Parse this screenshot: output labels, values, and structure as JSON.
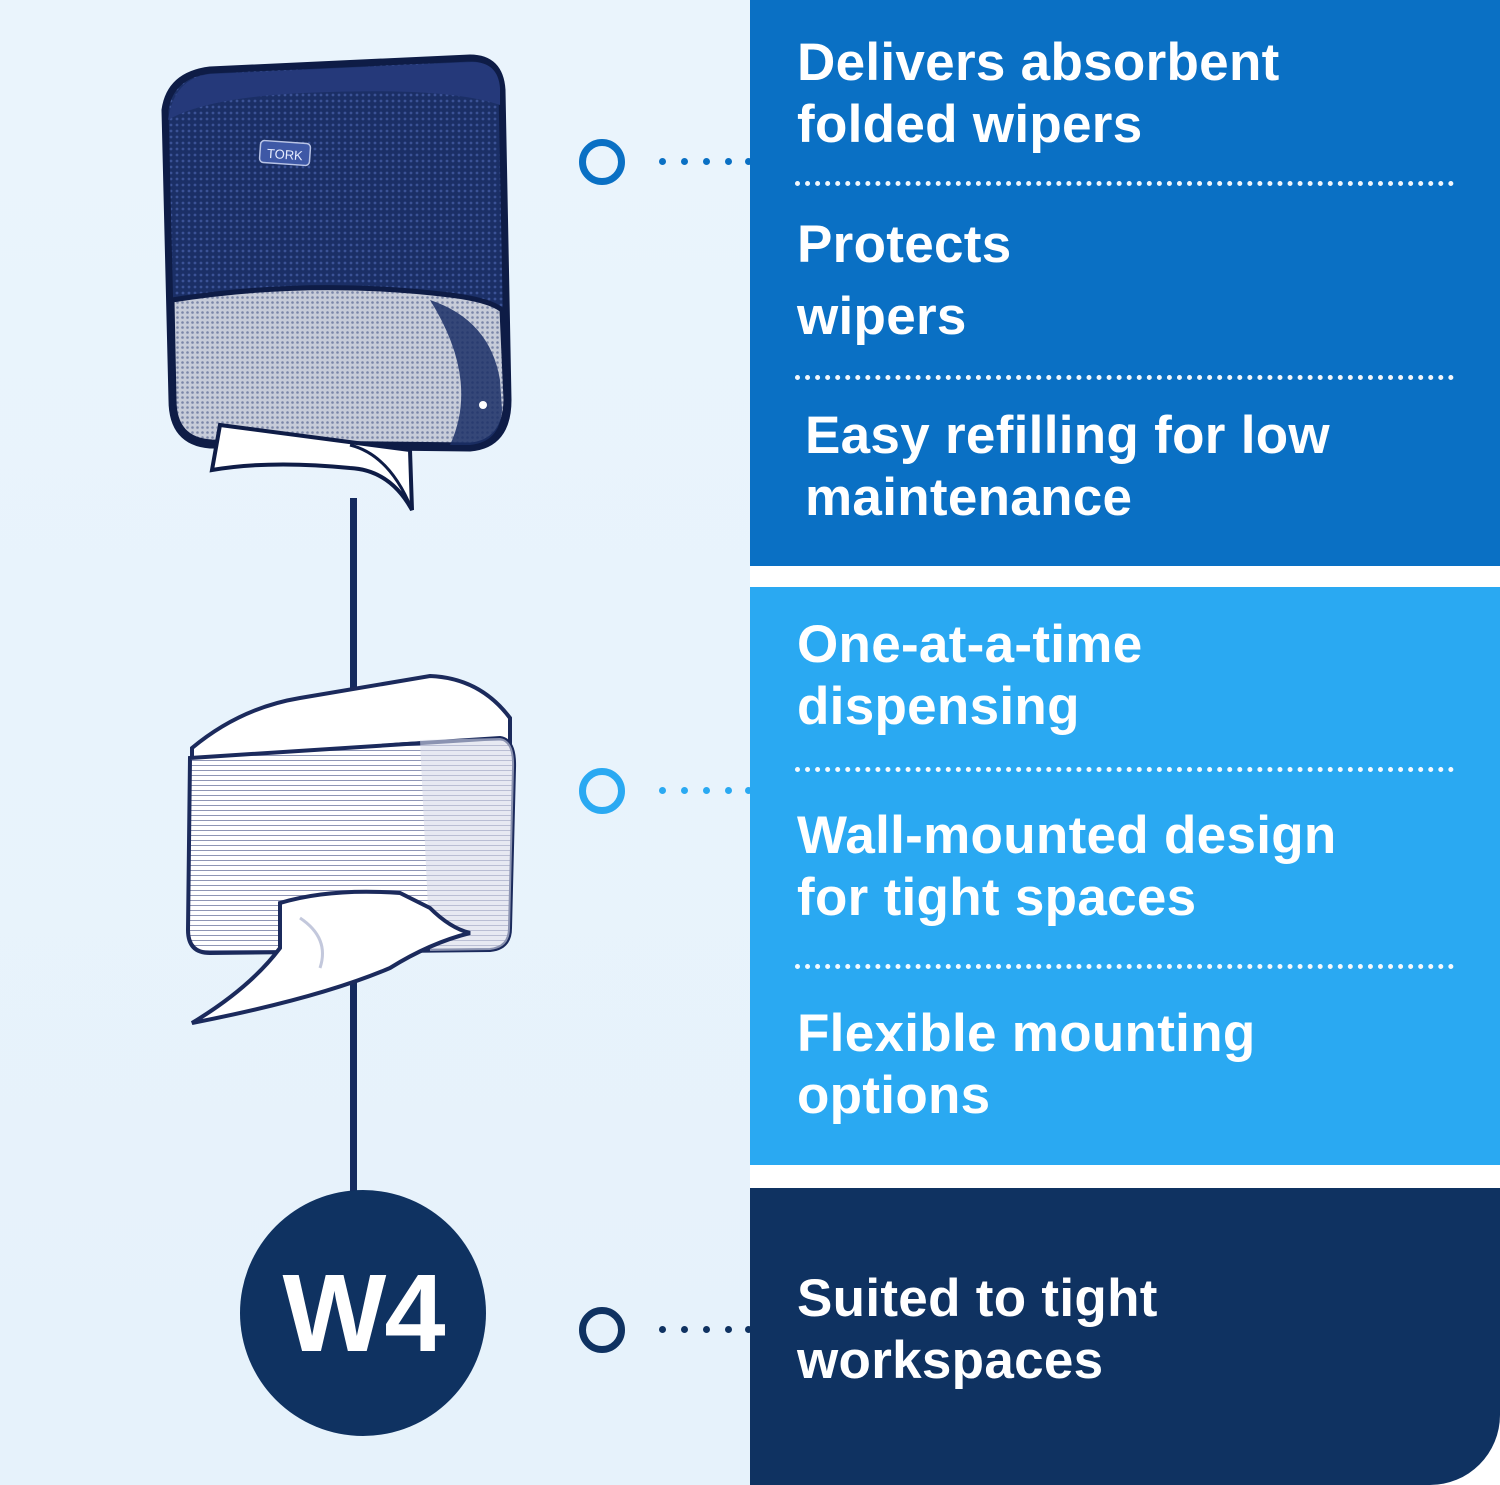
{
  "features": {
    "group1": [
      "Delivers absorbent folded wipers",
      "Protects wipers",
      "Easy refilling for low maintenance"
    ],
    "group1_lines": [
      [
        "Delivers absorbent",
        "folded wipers"
      ],
      [
        "Protects",
        "wipers"
      ],
      [
        "Easy refilling for low",
        "maintenance"
      ]
    ],
    "group2_lines": [
      [
        "One-at-a-time",
        "dispensing"
      ],
      [
        "Wall-mounted design",
        "for tight spaces"
      ],
      [
        "Flexible mounting",
        "options"
      ]
    ],
    "group3_lines": [
      [
        "Suited to tight",
        "workspaces"
      ]
    ]
  },
  "badge": {
    "label": "W4"
  },
  "dispenser": {
    "brand": "TORK"
  },
  "colors": {
    "panel_dark_blue": "#0a70c4",
    "panel_light_blue": "#2aa9f2",
    "panel_navy": "#0f3261",
    "left_background": "#eaf4fc"
  },
  "icons": [
    "dispenser-illustration",
    "wiper-pack-illustration",
    "connector-ring-icon"
  ]
}
